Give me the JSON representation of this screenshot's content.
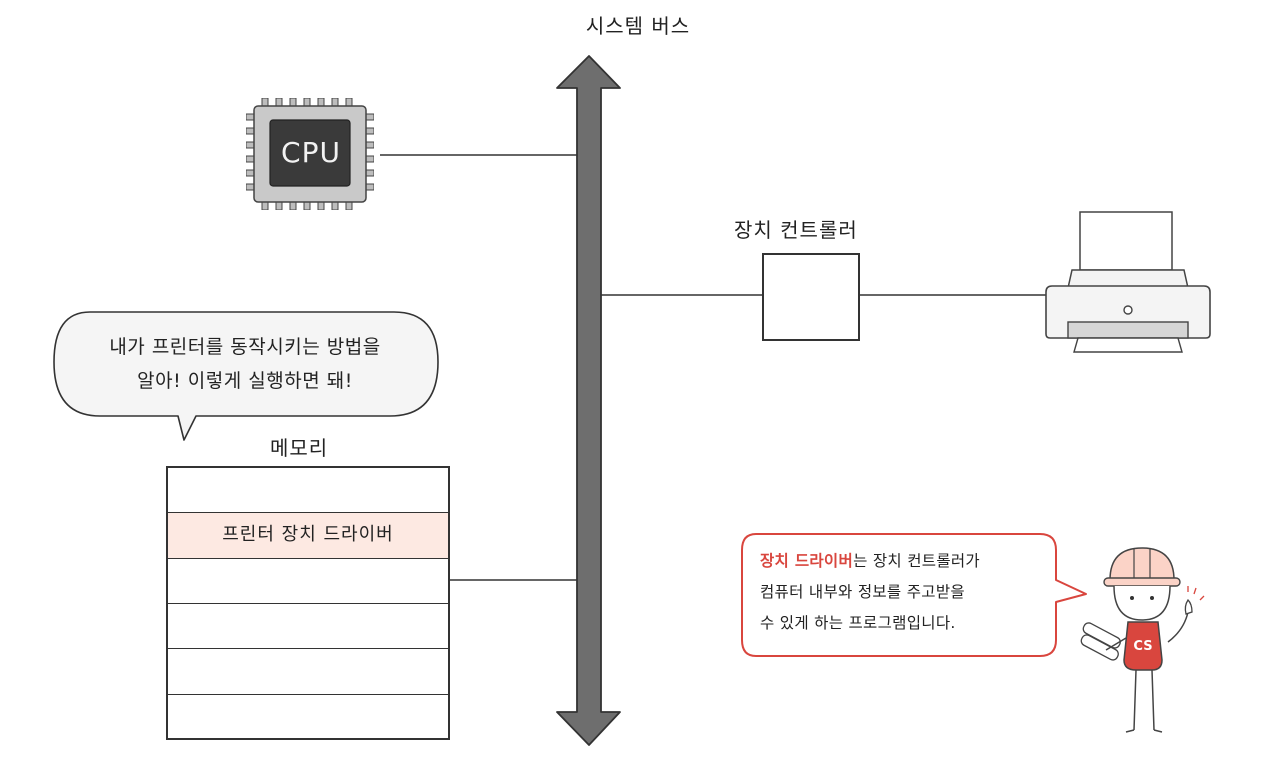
{
  "diagram": {
    "bus_title": "시스템 버스",
    "cpu_label": "CPU",
    "controller_label": "장치 컨트롤러",
    "memory_label": "메모리",
    "memory_rows": [
      "",
      "프린터 장치 드라이버",
      "",
      "",
      "",
      ""
    ],
    "speech_bubble": {
      "line1": "내가 프린터를 동작시키는 방법을",
      "line2": "알아! 이렇게 실행하면 돼!"
    },
    "note": {
      "highlight": "장치 드라이버",
      "line1_rest": "는 장치 컨트롤러가",
      "line2": "컴퓨터 내부와 정보를 주고받을",
      "line3": "수 있게 하는 프로그램입니다."
    },
    "character_badge": "CS"
  },
  "colors": {
    "bus": "#6e6e6e",
    "accent": "#d9463e",
    "highlight_row": "#fde9e2",
    "chip_body": "#c9c9c9",
    "chip_core": "#3a3a3a"
  }
}
